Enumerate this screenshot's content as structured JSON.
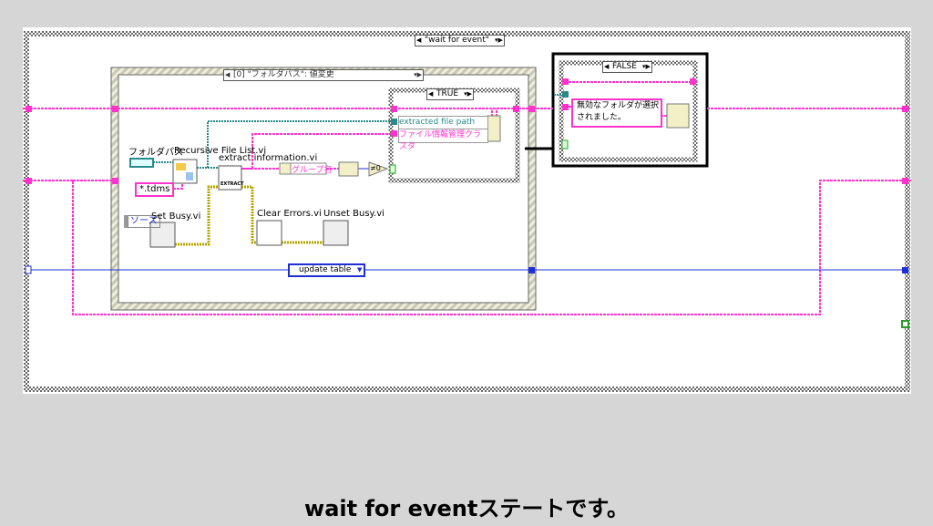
{
  "outer_case": {
    "selector": "\"wait for event\""
  },
  "event_structure": {
    "selector": "[0] \"フォルダパス\": 値変更"
  },
  "true_case": {
    "selector": "TRUE",
    "cluster_fields": [
      "extracted file path",
      "ファイル情報管理クラスタ"
    ]
  },
  "false_case": {
    "selector": "FALSE",
    "message": "無効なフォルダが選択されました。"
  },
  "nodes": {
    "folder_path_label": "フォルダパス",
    "recursive_file_list": "Recursive File List.vi",
    "extract_information": "extract information.vi",
    "extract_icon_text": "EXTRACT",
    "pattern_constant": "*.tdms",
    "source_label": "ソース",
    "set_busy": "Set Busy.vi",
    "clear_errors": "Clear Errors.vi",
    "unset_busy": "Unset Busy.vi",
    "group_name": "グループ名",
    "not_equal_zero": "≠0",
    "update_table": "update table"
  },
  "caption": "wait for eventステートです。",
  "colors": {
    "pink": "#ff33cc",
    "teal": "#2a8a8a",
    "blue": "#1f2fd6",
    "error": "#b8a400"
  }
}
